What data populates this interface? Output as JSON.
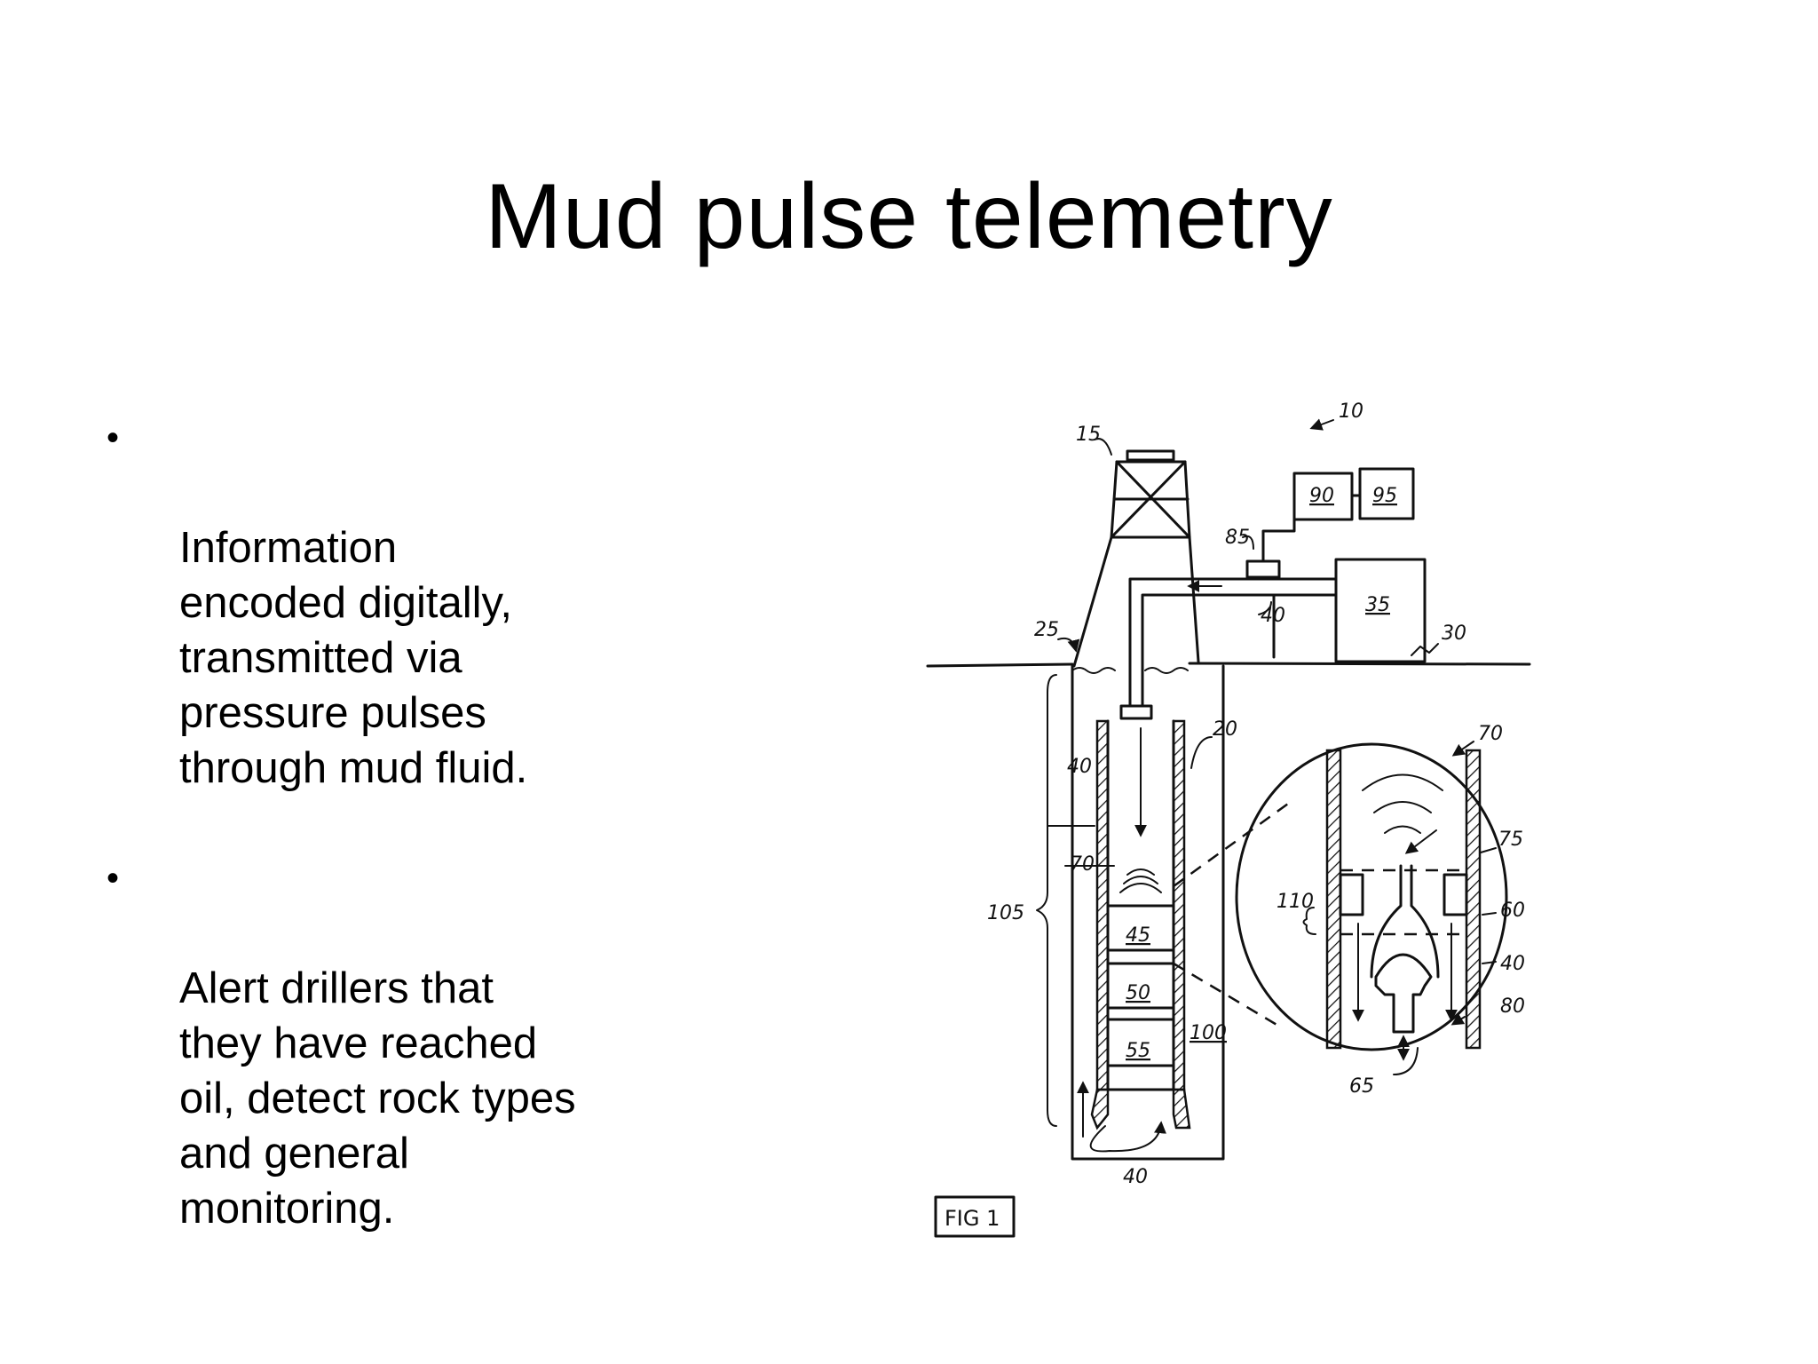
{
  "slide": {
    "title": "Mud pulse telemetry",
    "bullets": [
      {
        "marker": "•",
        "text": "Information\nencoded digitally,\ntransmitted via\npressure pulses\nthrough mud fluid."
      },
      {
        "marker": "•",
        "text": "Alert drillers that\nthey have reached\noil, detect rock types\nand general\nmonitoring."
      }
    ]
  },
  "figure": {
    "caption": "FIG 1",
    "labels": {
      "n10": "10",
      "n15": "15",
      "n20": "20",
      "n25": "25",
      "n30": "30",
      "n35": "35",
      "n40a": "40",
      "n40b": "40",
      "n40c": "40",
      "n40d": "40",
      "n45": "45",
      "n50": "50",
      "n55": "55",
      "n60": "60",
      "n65": "65",
      "n70a": "70",
      "n70b": "70",
      "n75": "75",
      "n80": "80",
      "n85": "85",
      "n90": "90",
      "n95": "95",
      "n100": "100",
      "n105": "105",
      "n110": "110"
    }
  }
}
